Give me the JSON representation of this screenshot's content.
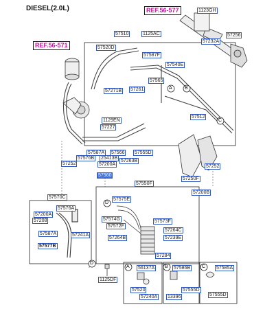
{
  "header": {
    "title": "DIESEL(2.0L)"
  },
  "refs": {
    "ref_top": "REF.56-577",
    "ref_left": "REF.56-571"
  },
  "parts": {
    "p1123GH": "1123GH",
    "p57510": "57510",
    "p1125AC": "1125AC",
    "p57256": "57256",
    "p57232A": "57232A",
    "p57520D": "57520D",
    "p57587F": "57587F",
    "p57540E": "57540E",
    "p57565": "57565",
    "p57271B": "57271B",
    "p57261": "57261",
    "p57512": "57512",
    "p1129EN": "1129EN",
    "p57227": "57227",
    "p57587A": "57587A",
    "p57566": "57566",
    "p57555D_mid": "57555D",
    "p57576B": "57576B",
    "p25413B": "25413B",
    "p57263B": "57263B",
    "p57252_left": "57252",
    "p57200A": "57200A",
    "p57560": "57560",
    "p57252_right": "57252",
    "p57250F": "57250F",
    "p57200B": "57200B",
    "p57550F": "57550F",
    "p57570C": "57570C",
    "p57576A": "57576A",
    "p57575E": "57575E",
    "p57200A_b": "57200A",
    "p57208": "57208",
    "p57574G": "57574G",
    "p57573F": "57573F",
    "p57572F": "57572F",
    "p57264C": "57264C",
    "p57264B": "57264B",
    "p57239E": "57239E",
    "p57587A_b": "57587A",
    "p57241A": "57241A",
    "p57577B": "57577B",
    "p57284": "57284",
    "p1125DF": "1125DF",
    "p56137A": "56137A",
    "p57586B": "57586B",
    "p57585A": "57585A",
    "p57520_c": "57520",
    "p57555D_c": "57555D",
    "p57555D_d": "57555D",
    "p57240A": "57240A",
    "p13396": "13396"
  },
  "callouts": {
    "A": "A",
    "B": "B",
    "C": "C",
    "D": "D"
  },
  "colors": {
    "label_border": "#2e57c4",
    "ref_text": "#c0149b",
    "highlight": "#3d6fe0",
    "line": "#222222"
  }
}
